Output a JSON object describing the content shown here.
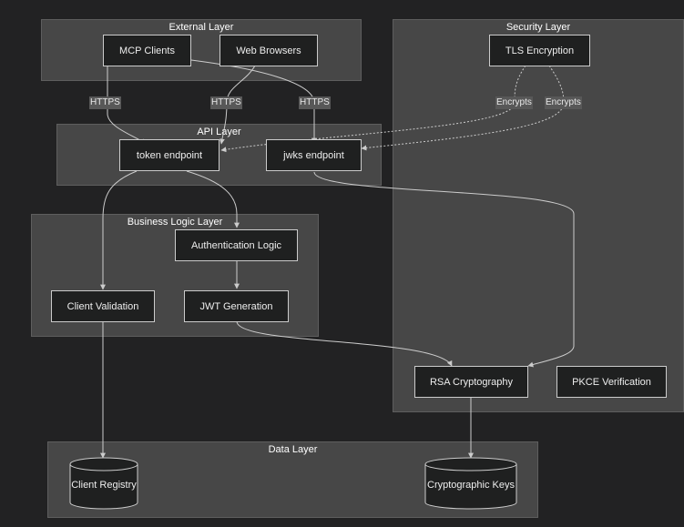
{
  "clusters": {
    "external": "External Layer",
    "security": "Security Layer",
    "api": "API Layer",
    "business": "Business Logic Layer",
    "data": "Data Layer"
  },
  "nodes": {
    "mcp_clients": "MCP Clients",
    "web_browsers": "Web Browsers",
    "tls": "TLS Encryption",
    "token_endpoint": "token endpoint",
    "jwks_endpoint": "jwks endpoint",
    "auth_logic": "Authentication Logic",
    "client_validation": "Client Validation",
    "jwt_generation": "JWT Generation",
    "rsa": "RSA Cryptography",
    "pkce": "PKCE Verification",
    "client_registry": "Client Registry",
    "crypto_keys": "Cryptographic Keys"
  },
  "edge_labels": {
    "https_1": "HTTPS",
    "https_2": "HTTPS",
    "https_3": "HTTPS",
    "encrypts_1": "Encrypts",
    "encrypts_2": "Encrypts"
  }
}
